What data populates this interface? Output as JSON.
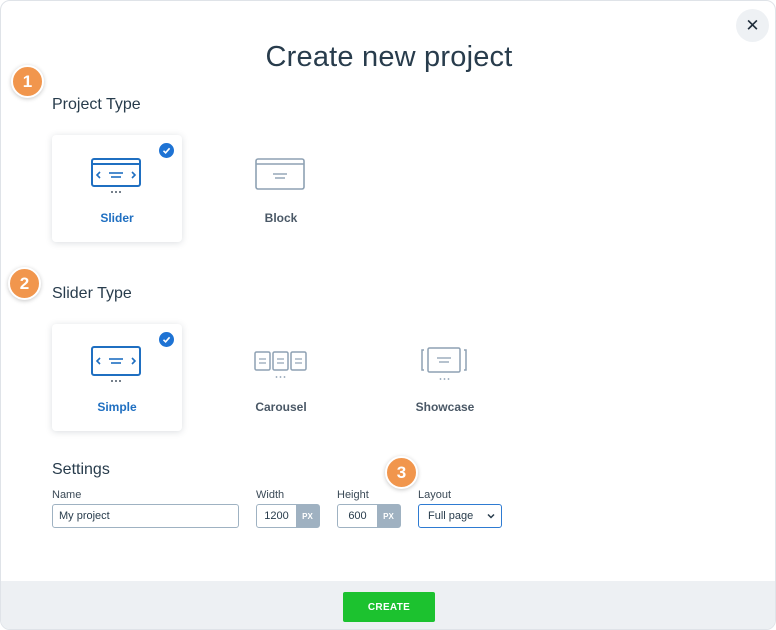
{
  "dialog": {
    "title": "Create new project",
    "close_icon": "close-icon",
    "colors": {
      "accent": "#1e73d4",
      "badge": "#f1964d",
      "create": "#1cc22f"
    }
  },
  "badges": [
    "1",
    "2",
    "3"
  ],
  "project_type": {
    "heading": "Project Type",
    "options": [
      {
        "label": "Slider",
        "icon": "slider-icon",
        "selected": true
      },
      {
        "label": "Block",
        "icon": "block-icon",
        "selected": false
      }
    ]
  },
  "slider_type": {
    "heading": "Slider Type",
    "options": [
      {
        "label": "Simple",
        "icon": "simple-slider-icon",
        "selected": true
      },
      {
        "label": "Carousel",
        "icon": "carousel-icon",
        "selected": false
      },
      {
        "label": "Showcase",
        "icon": "showcase-icon",
        "selected": false
      }
    ]
  },
  "settings": {
    "heading": "Settings",
    "name": {
      "label": "Name",
      "value": "My project"
    },
    "width": {
      "label": "Width",
      "value": "1200",
      "unit": "PX"
    },
    "height": {
      "label": "Height",
      "value": "600",
      "unit": "PX"
    },
    "layout": {
      "label": "Layout",
      "value": "Full page"
    }
  },
  "footer": {
    "create_label": "CREATE"
  }
}
